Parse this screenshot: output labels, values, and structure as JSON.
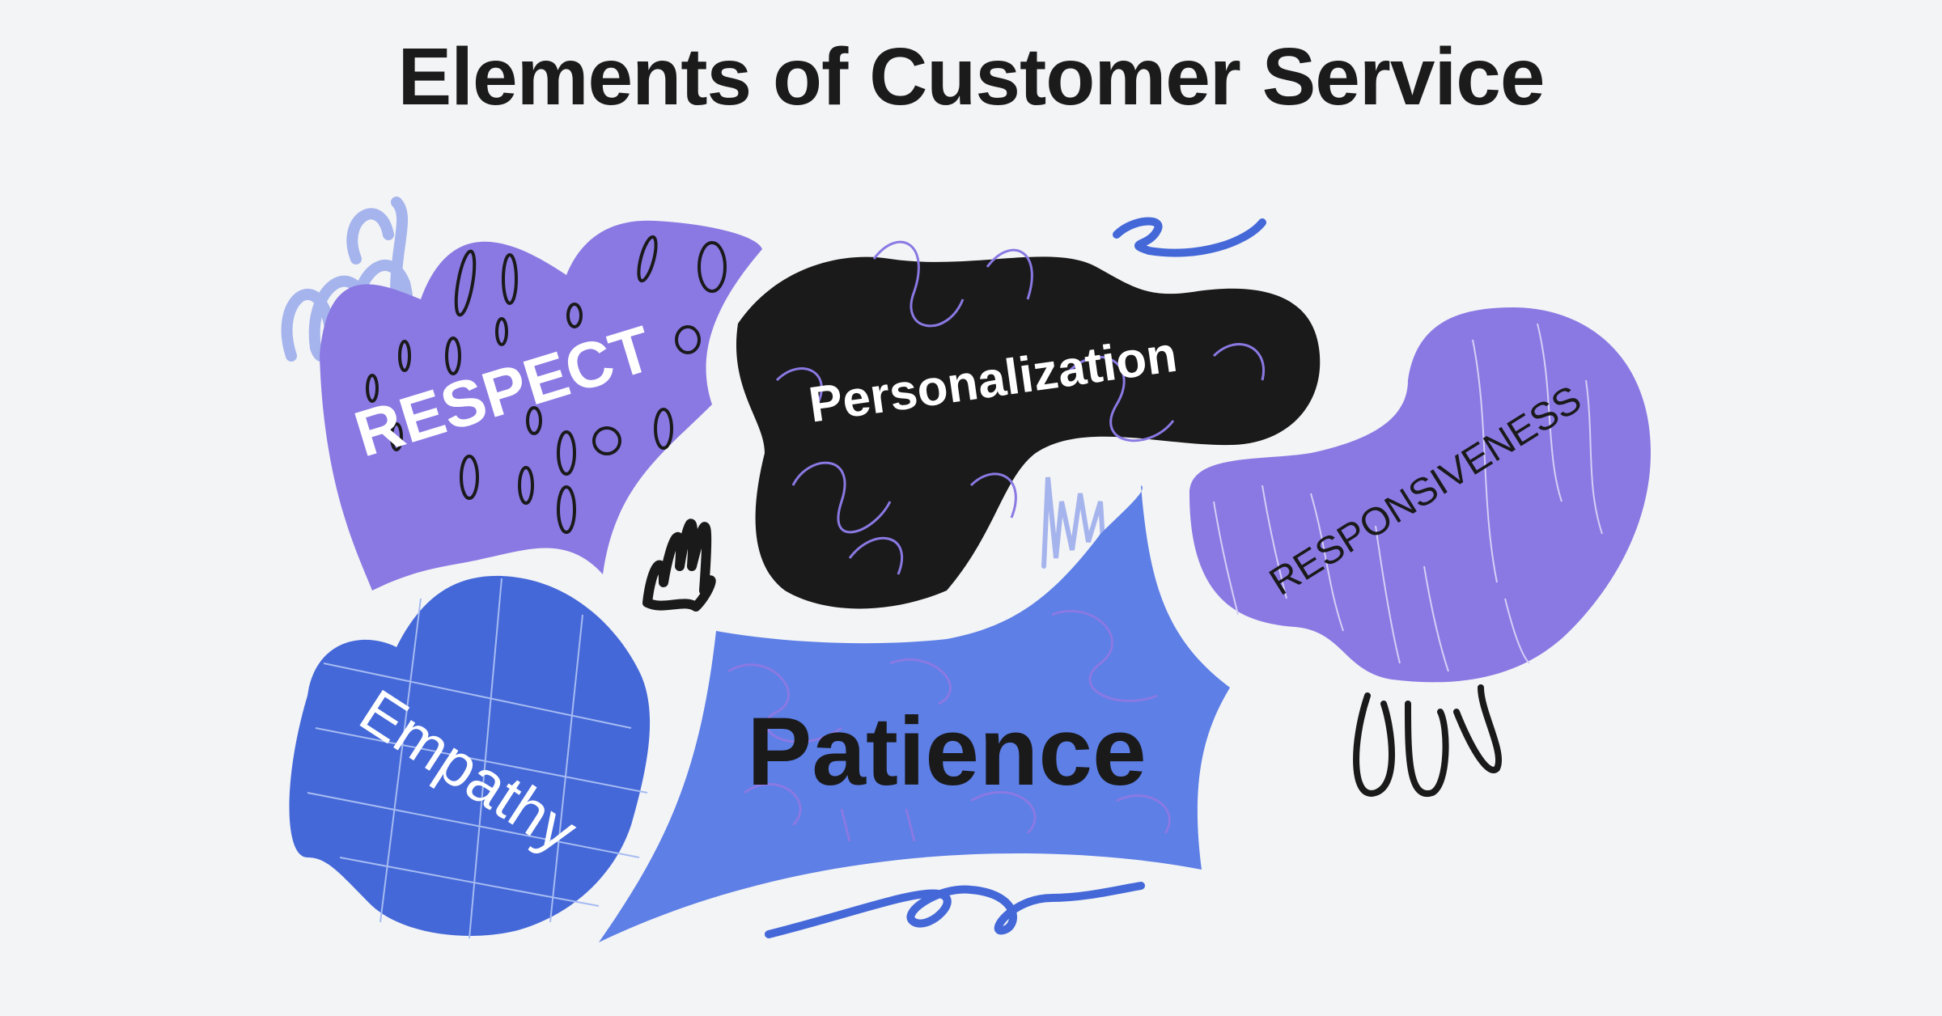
{
  "title": "Elements of Customer Service",
  "colors": {
    "background": "#f3f4f6",
    "violet": "#8a79e3",
    "black": "#1a1a1a",
    "royal_blue": "#4468d8",
    "periwinkle": "#5d7fe6",
    "light_blue": "#a5b4ec",
    "scribble": "#1a1a1a"
  },
  "elements": [
    {
      "label": "RESPECT",
      "color": "#8a79e3",
      "text_color": "#ffffff"
    },
    {
      "label": "Personalization",
      "color": "#1a1a1a",
      "text_color": "#ffffff"
    },
    {
      "label": "RESPONSIVENESS",
      "color": "#8a79e3",
      "text_color": "#1a1a1a"
    },
    {
      "label": "Empathy",
      "color": "#4468d8",
      "text_color": "#ffffff"
    },
    {
      "label": "Patience",
      "color": "#5d7fe6",
      "text_color": "#1a1a1a"
    }
  ]
}
